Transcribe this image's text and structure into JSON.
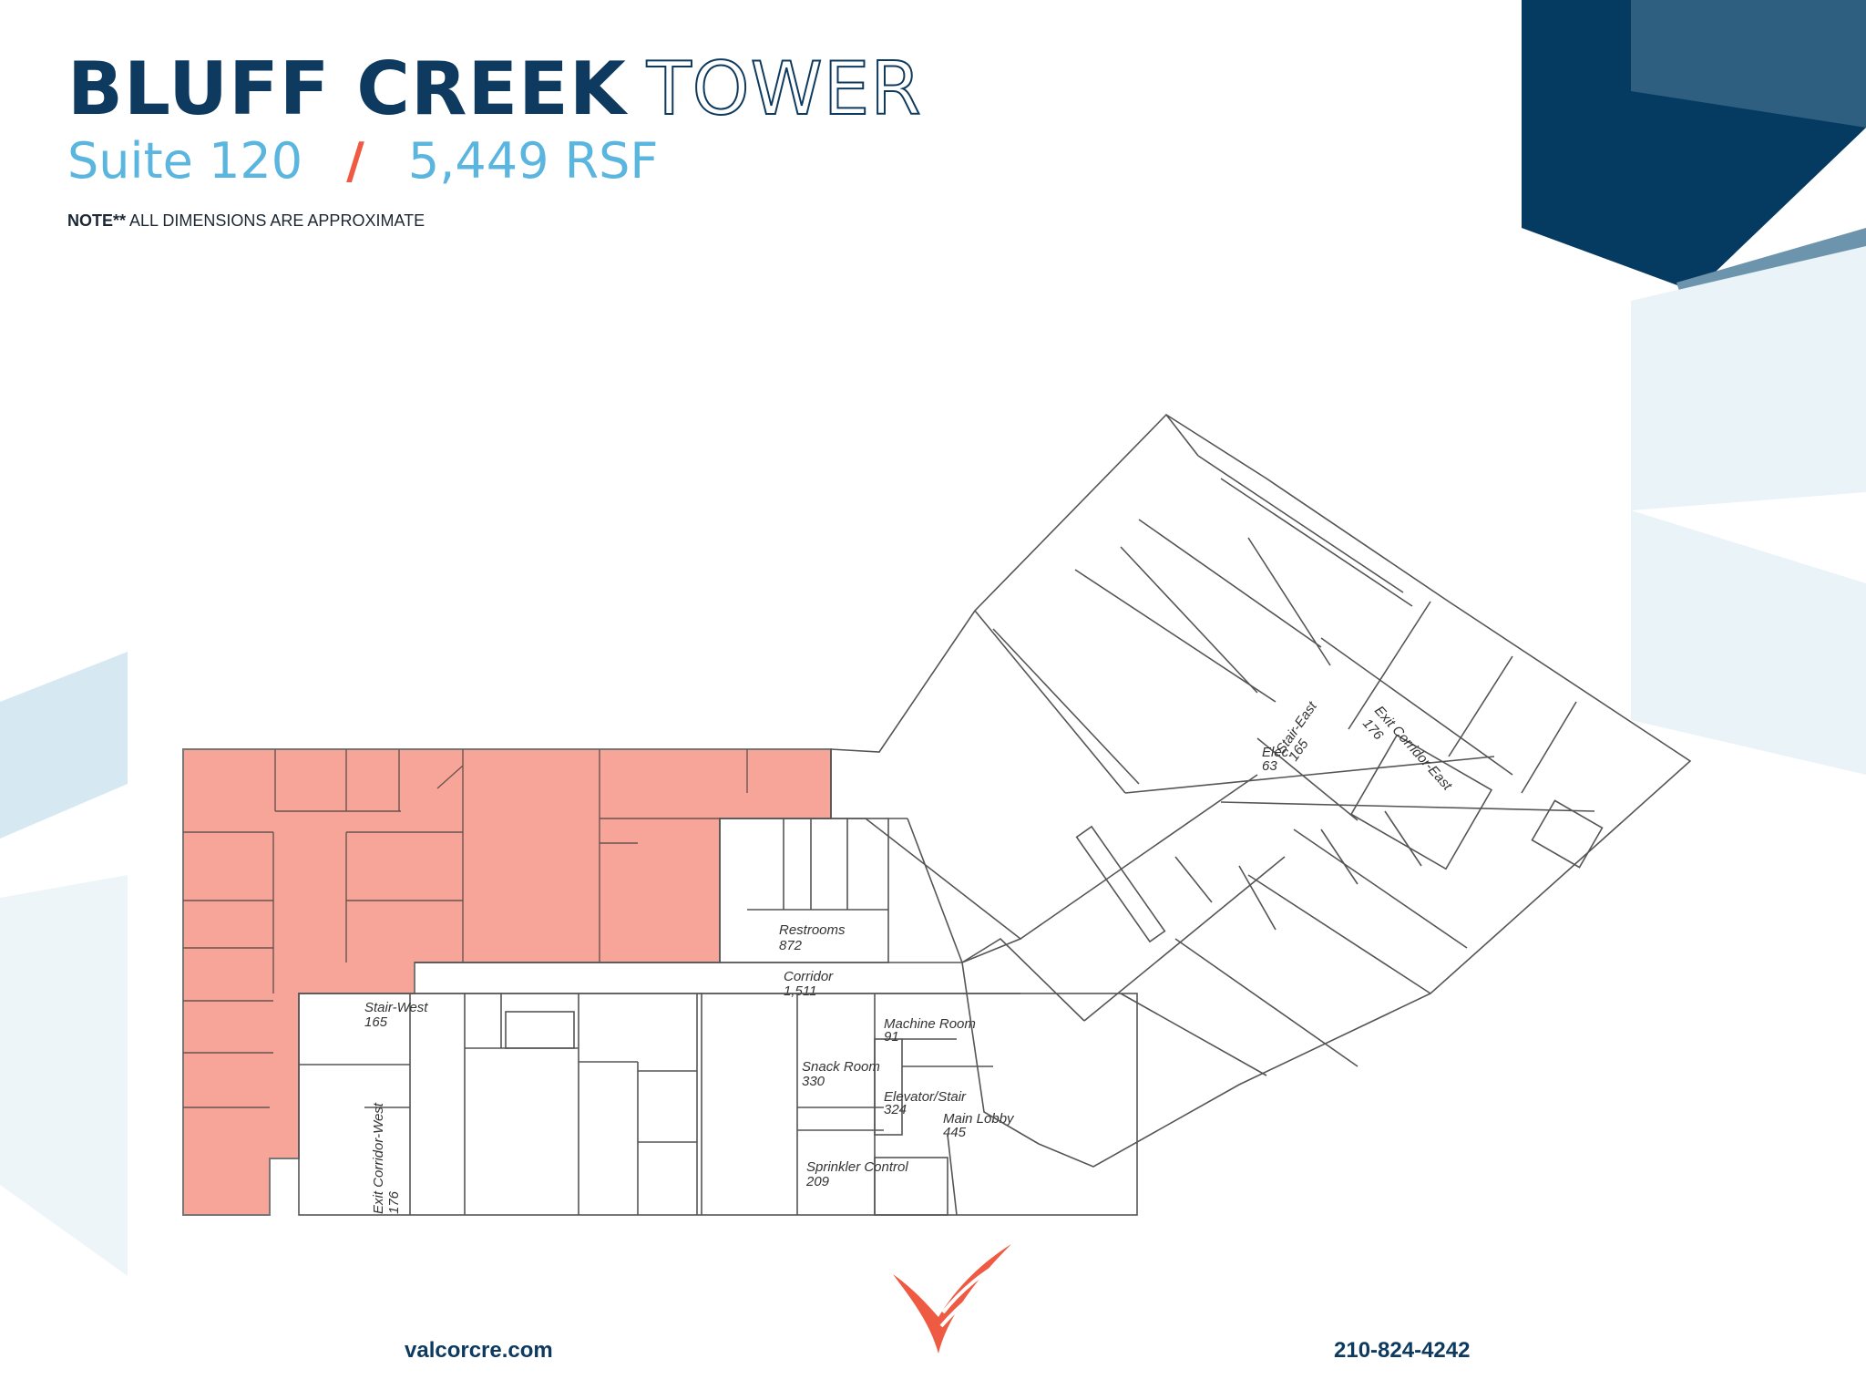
{
  "header": {
    "title_bold": "BLUFF CREEK",
    "title_outline": "TOWER",
    "suite": "Suite 120",
    "slash": "/",
    "area": "5,449 RSF",
    "note_label": "NOTE**",
    "note_text": " ALL DIMENSIONS ARE APPROXIMATE"
  },
  "plan": {
    "labels": {
      "restrooms": "Restrooms",
      "restrooms_area": "872",
      "corridor": "Corridor",
      "corridor_area": "1,511",
      "stair_west": "Stair-West",
      "stair_west_area": "165",
      "exit_corridor_west": "Exit Corridor-West",
      "exit_corridor_west_area": "176",
      "machine_room": "Machine Room",
      "machine_room_area": "91",
      "snack_room": "Snack Room",
      "snack_room_area": "330",
      "elevator_stair": "Elevator/Stair",
      "elevator_stair_area": "324",
      "main_lobby": "Main Lobby",
      "main_lobby_area": "445",
      "sprinkler_control": "Sprinkler Control",
      "sprinkler_control_area": "209",
      "stair_east": "Stair-East",
      "stair_east_area": "165",
      "elec": "Elec.",
      "elec_area": "63",
      "exit_corridor_east": "Exit Corridor-East",
      "exit_corridor_east_area": "176"
    }
  },
  "footer": {
    "website": "valcorcre.com",
    "phone": "210-824-4242"
  },
  "colors": {
    "navy": "#0d3a5e",
    "light_blue": "#5bb6df",
    "accent": "#ee5a42",
    "suite_fill": "#f7a599"
  }
}
